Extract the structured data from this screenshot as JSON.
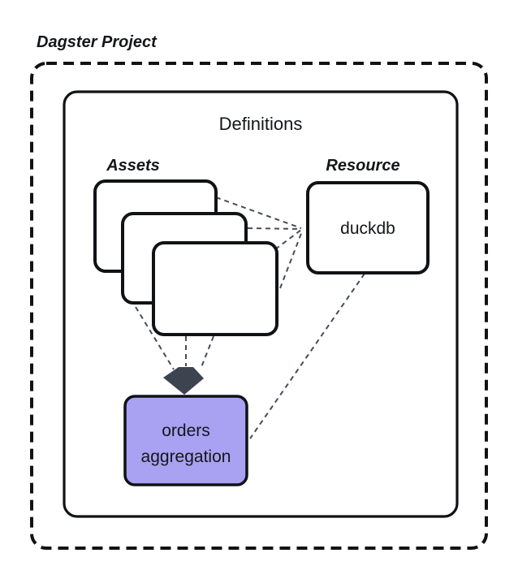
{
  "diagram": {
    "title": "Dagster Project",
    "container": {
      "label": "Definitions"
    },
    "groups": {
      "assets": {
        "label": "Assets"
      },
      "resource": {
        "label": "Resource"
      }
    },
    "nodes": {
      "asset_stack": {
        "count": 3
      },
      "duckdb": {
        "label": "duckdb",
        "fill": "#ffffff"
      },
      "orders_aggregation": {
        "label_line1": "orders",
        "label_line2": "aggregation",
        "fill": "#a9a1f2"
      }
    },
    "edges": [
      {
        "from": "asset-1",
        "to": "duckdb"
      },
      {
        "from": "asset-2",
        "to": "duckdb"
      },
      {
        "from": "asset-3",
        "to": "duckdb"
      },
      {
        "from": "asset-3",
        "to": "duckdb"
      },
      {
        "from": "duckdb",
        "to": "orders-aggregation"
      },
      {
        "from": "asset-1",
        "to": "orders-aggregation"
      },
      {
        "from": "asset-2",
        "to": "orders-aggregation"
      },
      {
        "from": "asset-3",
        "to": "orders-aggregation"
      }
    ],
    "colors": {
      "box_stroke": "#101216",
      "edge": "#454d59",
      "arrowhead": "#3d4450",
      "purple_fill": "#a9a1f2"
    }
  }
}
